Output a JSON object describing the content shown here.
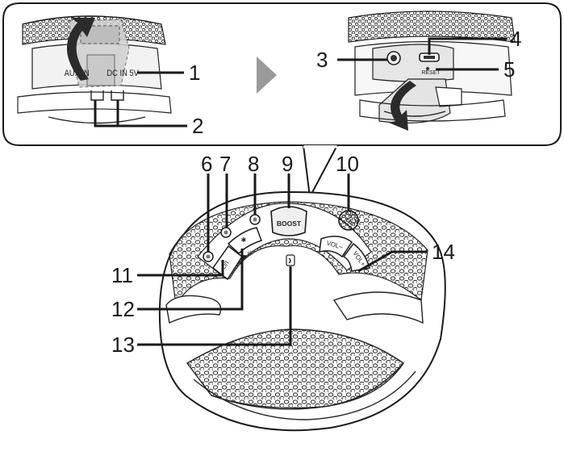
{
  "callouts": {
    "c1": "1",
    "c2": "2",
    "c3": "3",
    "c4": "4",
    "c5": "5",
    "c6": "6",
    "c7": "7",
    "c8": "8",
    "c9": "9",
    "c10": "10",
    "c11": "11",
    "c12": "12",
    "c13": "13",
    "c14": "14"
  },
  "labels": {
    "aux_in": "AUX IN",
    "dc_in": "DC IN 5V",
    "reset": "RESET",
    "boost": "BOOST",
    "vol_minus": "VOL–",
    "vol_plus": "VOL+",
    "power_symbol": "⏻/I",
    "bt_symbol": "✱",
    "play_symbol": "▶/II"
  },
  "colors": {
    "line": "#1a1a1a",
    "shade_light": "#d9d9d9",
    "shade_mid": "#b8b8b8",
    "shade_dark": "#6d6d6d",
    "arrow_fill": "#2b2b2b",
    "triangle_fill": "#9a9a9a"
  },
  "icons": [
    "curved-arrow-up-icon",
    "curved-arrow-down-icon",
    "next-step-triangle-icon",
    "speaker-grille-icon"
  ]
}
